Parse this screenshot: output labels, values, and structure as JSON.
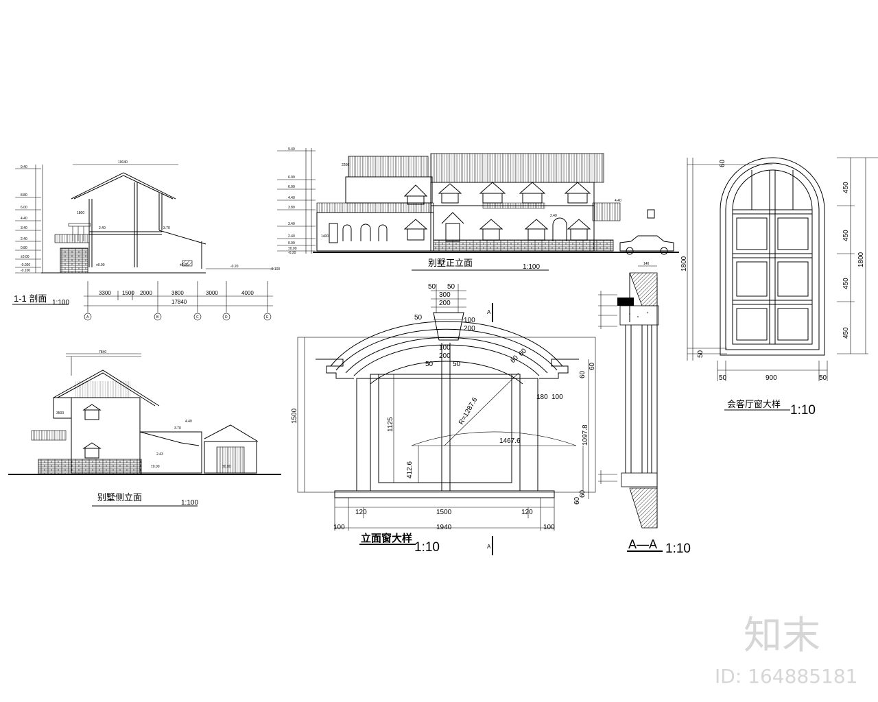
{
  "section_1_1": {
    "title": "1-1 剖面",
    "scale": "1:100",
    "spans": [
      "3300",
      "1500",
      "2000",
      "3800",
      "3000",
      "4000"
    ],
    "total": "17840",
    "grid_axes": [
      "A",
      "B",
      "C",
      "D",
      "E"
    ],
    "levels": [
      "9.40",
      "8.80",
      "6.00",
      "4.40",
      "3.40",
      "2.40",
      "0.80",
      "±0.00",
      "-0.020",
      "-0.100"
    ],
    "labels": [
      "10040",
      "1800",
      "2.40",
      "3.70",
      "±0.00",
      "-0.20",
      "-0.100"
    ]
  },
  "front_elevation": {
    "title": "别墅正立面",
    "scale": "1:100",
    "levels": [
      "9.40",
      "6.90",
      "6.00",
      "4.40",
      "3.80",
      "3.40",
      "2.40",
      "0.90",
      "±0.00",
      "-0.20"
    ],
    "labels": [
      "4.40",
      "2.40",
      "2200",
      "1400"
    ]
  },
  "side_elevation": {
    "title": "别墅侧立面",
    "scale": "1:100",
    "labels": [
      "7840",
      "3500",
      "4.40",
      "3.70",
      "±0.00",
      "2.43"
    ]
  },
  "arch_window": {
    "title": "立面窗大样",
    "scale": "1:10",
    "section_mark": "A",
    "labels": {
      "top_50a": "50",
      "top_50b": "50",
      "top_300": "300",
      "top_200": "200",
      "key_50": "50",
      "key_100": "100",
      "key_200": "200",
      "k_100": "100",
      "k_200": "200",
      "k_50a": "50",
      "k_50b": "50",
      "radius": "R=1287.6",
      "r60a": "60",
      "r60b": "60",
      "d180": "180",
      "d100": "100",
      "h1500": "1500",
      "h1125": "1125",
      "h412": "412.6",
      "w1467": "1467.6",
      "h1097": "1097.8",
      "s60a": "60",
      "s60b": "60",
      "s60c": "60",
      "s60d": "60",
      "b120a": "120",
      "b1500": "1500",
      "b120b": "120",
      "b100a": "100",
      "b1940": "1940",
      "b100b": "100"
    }
  },
  "section_aa": {
    "title": "A—A",
    "scale": "1:10",
    "labels": [
      "140"
    ]
  },
  "living_window": {
    "title": "会客厅窗大样",
    "scale": "1:10",
    "labels": {
      "top": "60",
      "h1800": "1800",
      "left_bottom": "50",
      "r450a": "450",
      "r450b": "450",
      "r450c": "450",
      "r450d": "450",
      "r1800": "1800",
      "b50a": "50",
      "b900": "900",
      "b50b": "50"
    }
  },
  "watermark": {
    "logo": "知末",
    "id_text": "ID: 164885181"
  }
}
